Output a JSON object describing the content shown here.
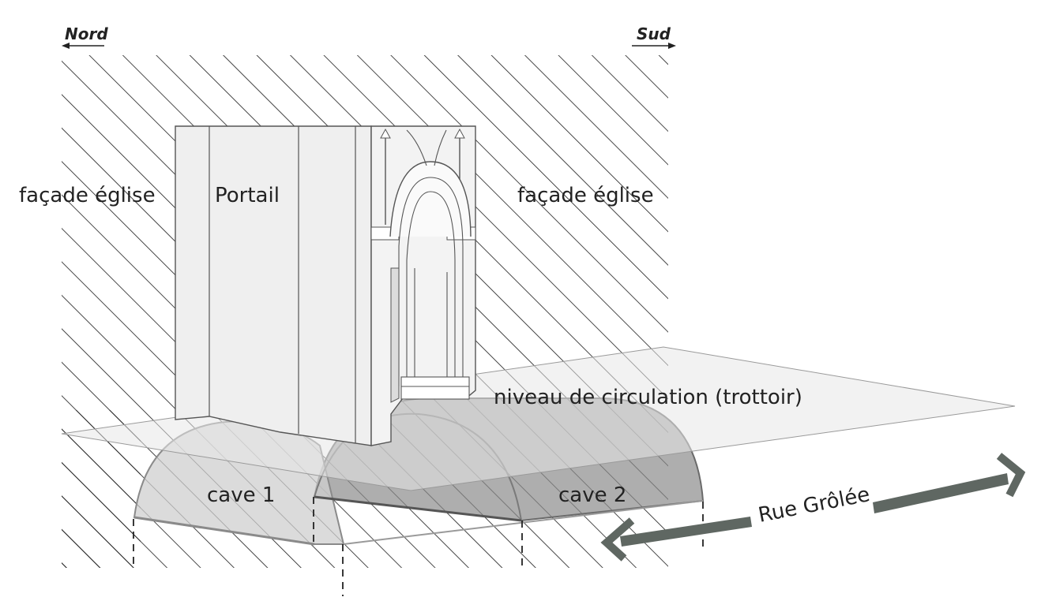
{
  "directions": {
    "north": "Nord",
    "south": "Sud"
  },
  "labels": {
    "facade_left": "façade église",
    "facade_right": "façade église",
    "portal": "Portail",
    "walkway_level": "niveau de circulation (trottoir)",
    "cellar_1": "cave 1",
    "cellar_2": "cave 2",
    "street": "Rue Grôlée"
  },
  "colors": {
    "hatch": "#1a1a1a",
    "portal_fill": "#efefef",
    "portal_stroke": "#555555",
    "vault_fill": "#9e9e9e",
    "walkway_fill": "#e6e6e6",
    "street_arrow": "#5f6762"
  }
}
